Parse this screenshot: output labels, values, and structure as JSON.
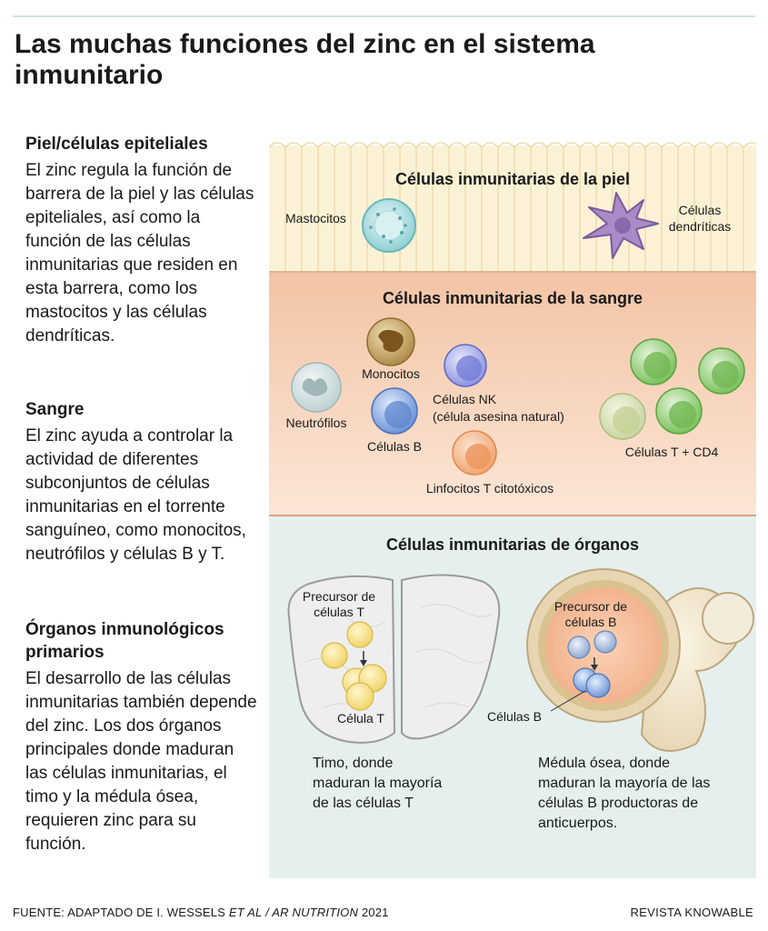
{
  "title": "Las muchas funciones del zinc en el sistema inmunitario",
  "sections": {
    "skin": {
      "heading": "Piel/células epiteliales",
      "body": "El zinc regula la función de barrera de la piel y las células epiteliales, así como la función de las células inmunitarias que residen en esta barrera, como los mastocitos y las células dendríticas."
    },
    "blood": {
      "heading": "Sangre",
      "body": "El zinc ayuda a controlar la actividad de diferentes subconjuntos de células inmunitarias en el torrente sanguíneo, como monocitos, neutrófilos y células B y T."
    },
    "organs": {
      "heading": "Órganos inmunológicos primarios",
      "body": "El desarrollo de las células inmunitarias también depende del zinc. Los dos órganos principales donde maduran las células inmunitarias, el timo y la médula ósea, requieren zinc para su función."
    }
  },
  "panels": {
    "skin": {
      "title": "Células inmunitarias de la piel",
      "mast": "Mastocitos",
      "dendritic_1": "Células",
      "dendritic_2": "dendríticas"
    },
    "blood": {
      "title": "Células inmunitarias de la sangre",
      "monocytes": "Monocitos",
      "neutrophils": "Neutrófilos",
      "bcells": "Células B",
      "nk_1": "Células NK",
      "nk_2": "(célula asesina natural)",
      "cytotoxic": "Linfocitos T citotóxicos",
      "tcd4": "Células T + CD4"
    },
    "organs": {
      "title": "Células inmunitarias de órganos",
      "tprec_1": "Precursor de",
      "tprec_2": "células T",
      "tcell": "Célula T",
      "bprec_1": "Precursor de",
      "bprec_2": "células B",
      "bcells": "Células B",
      "thymus_1": "Timo, donde",
      "thymus_2": "maduran la mayoría",
      "thymus_3": "de las células T",
      "marrow_1": "Médula ósea, donde",
      "marrow_2": "maduran la mayoría de las",
      "marrow_3": "células B productoras de",
      "marrow_4": "anticuerpos."
    }
  },
  "footer": {
    "source_prefix": "FUENTE: ADAPTADO DE I. WESSELS ",
    "source_italic": "ET AL / AR NUTRITION",
    "source_suffix": " 2021",
    "credit": "REVISTA KNOWABLE"
  }
}
